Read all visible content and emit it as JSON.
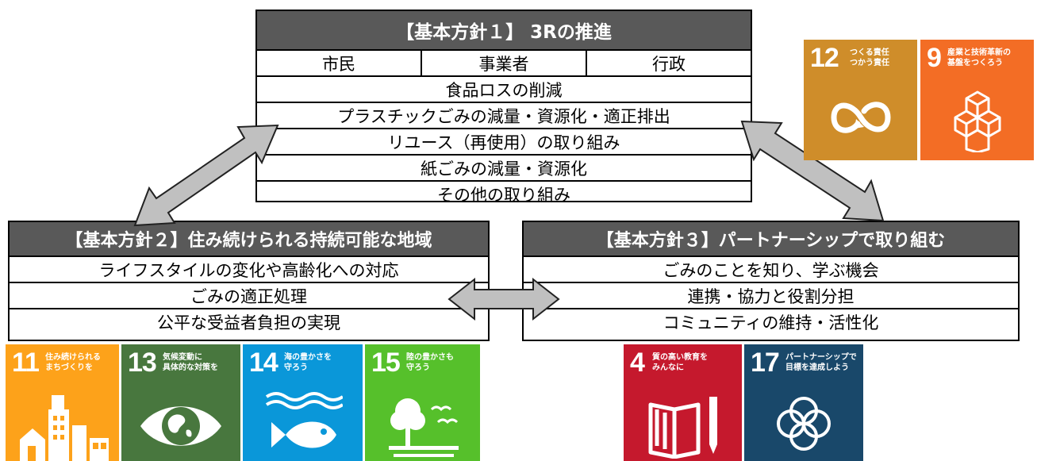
{
  "policy1": {
    "title": "【基本方針１】 3Rの推進",
    "actors": [
      "市民",
      "事業者",
      "行政"
    ],
    "items": [
      "食品ロスの削減",
      "プラスチックごみの減量・資源化・適正排出",
      "リユース（再使用）の取り組み",
      "紙ごみの減量・資源化",
      "その他の取り組み"
    ]
  },
  "policy2": {
    "title": "【基本方針２】住み続けられる持続可能な地域",
    "items": [
      "ライフスタイルの変化や高齢化への対応",
      "ごみの適正処理",
      "公平な受益者負担の実現"
    ]
  },
  "policy3": {
    "title": "【基本方針３】パートナーシップで取り組む",
    "items": [
      "ごみのことを知り、学ぶ機会",
      "連携・協力と役割分担",
      "コミュニティの維持・活性化"
    ]
  },
  "sdgs": {
    "top_right": [
      {
        "number": "12",
        "title": "つくる責任\nつかう責任",
        "color": "#CF8D2A",
        "icon": "infinity-icon"
      },
      {
        "number": "9",
        "title": "産業と技術革新の\n基盤をつくろう",
        "color": "#F36D25",
        "icon": "cubes-icon"
      }
    ],
    "bottom_left": [
      {
        "number": "11",
        "title": "住み続けられる\nまちづくりを",
        "color": "#FDA21A",
        "icon": "buildings-icon"
      },
      {
        "number": "13",
        "title": "気候変動に\n具体的な対策を",
        "color": "#48773E",
        "icon": "eye-globe-icon"
      },
      {
        "number": "14",
        "title": "海の豊かさを\n守ろう",
        "color": "#0A97D9",
        "icon": "fish-icon"
      },
      {
        "number": "15",
        "title": "陸の豊かさも\n守ろう",
        "color": "#56C02B",
        "icon": "tree-icon"
      }
    ],
    "bottom_right": [
      {
        "number": "4",
        "title": "質の高い教育を\nみんなに",
        "color": "#C5192D",
        "icon": "book-icon"
      },
      {
        "number": "17",
        "title": "パートナーシップで\n目標を達成しよう",
        "color": "#19486A",
        "icon": "flower-icon"
      }
    ]
  }
}
